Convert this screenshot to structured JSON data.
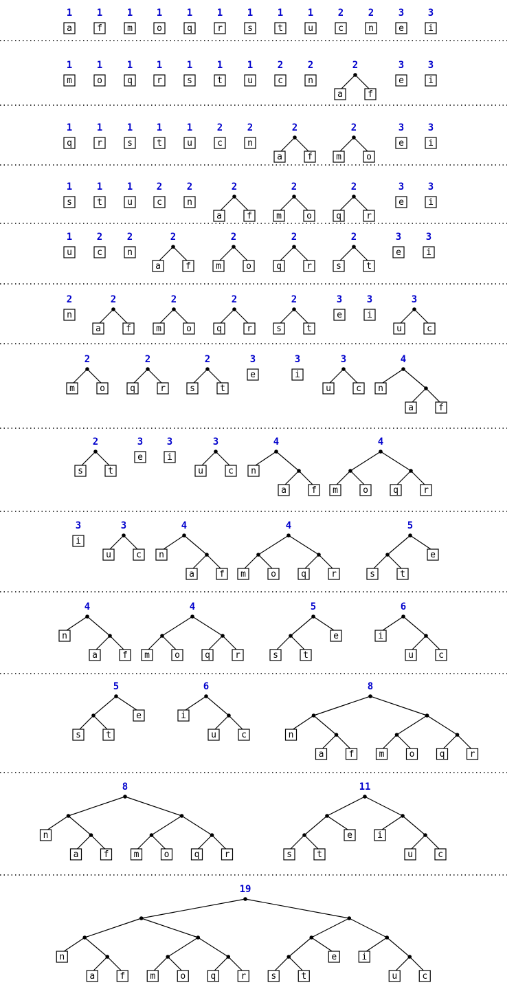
{
  "rows": [
    {
      "items": [
        {
          "w": "1",
          "t": "a"
        },
        {
          "w": "1",
          "t": "f"
        },
        {
          "w": "1",
          "t": "m"
        },
        {
          "w": "1",
          "t": "o"
        },
        {
          "w": "1",
          "t": "q"
        },
        {
          "w": "1",
          "t": "r"
        },
        {
          "w": "1",
          "t": "s"
        },
        {
          "w": "1",
          "t": "t"
        },
        {
          "w": "1",
          "t": "u"
        },
        {
          "w": "2",
          "t": "c"
        },
        {
          "w": "2",
          "t": "n"
        },
        {
          "w": "3",
          "t": "e"
        },
        {
          "w": "3",
          "t": "i"
        }
      ]
    },
    {
      "items": [
        {
          "w": "1",
          "t": "m"
        },
        {
          "w": "1",
          "t": "o"
        },
        {
          "w": "1",
          "t": "q"
        },
        {
          "w": "1",
          "t": "r"
        },
        {
          "w": "1",
          "t": "s"
        },
        {
          "w": "1",
          "t": "t"
        },
        {
          "w": "1",
          "t": "u"
        },
        {
          "w": "2",
          "t": "c"
        },
        {
          "w": "2",
          "t": "n"
        },
        {
          "w": "2",
          "t": [
            "a",
            "f"
          ]
        },
        {
          "w": "3",
          "t": "e"
        },
        {
          "w": "3",
          "t": "i"
        }
      ]
    },
    {
      "items": [
        {
          "w": "1",
          "t": "q"
        },
        {
          "w": "1",
          "t": "r"
        },
        {
          "w": "1",
          "t": "s"
        },
        {
          "w": "1",
          "t": "t"
        },
        {
          "w": "1",
          "t": "u"
        },
        {
          "w": "2",
          "t": "c"
        },
        {
          "w": "2",
          "t": "n"
        },
        {
          "w": "2",
          "t": [
            "a",
            "f"
          ]
        },
        {
          "w": "2",
          "t": [
            "m",
            "o"
          ]
        },
        {
          "w": "3",
          "t": "e"
        },
        {
          "w": "3",
          "t": "i"
        }
      ]
    },
    {
      "items": [
        {
          "w": "1",
          "t": "s"
        },
        {
          "w": "1",
          "t": "t"
        },
        {
          "w": "1",
          "t": "u"
        },
        {
          "w": "2",
          "t": "c"
        },
        {
          "w": "2",
          "t": "n"
        },
        {
          "w": "2",
          "t": [
            "a",
            "f"
          ]
        },
        {
          "w": "2",
          "t": [
            "m",
            "o"
          ]
        },
        {
          "w": "2",
          "t": [
            "q",
            "r"
          ]
        },
        {
          "w": "3",
          "t": "e"
        },
        {
          "w": "3",
          "t": "i"
        }
      ]
    },
    {
      "items": [
        {
          "w": "1",
          "t": "u"
        },
        {
          "w": "2",
          "t": "c"
        },
        {
          "w": "2",
          "t": "n"
        },
        {
          "w": "2",
          "t": [
            "a",
            "f"
          ]
        },
        {
          "w": "2",
          "t": [
            "m",
            "o"
          ]
        },
        {
          "w": "2",
          "t": [
            "q",
            "r"
          ]
        },
        {
          "w": "2",
          "t": [
            "s",
            "t"
          ]
        },
        {
          "w": "3",
          "t": "e"
        },
        {
          "w": "3",
          "t": "i"
        }
      ]
    },
    {
      "items": [
        {
          "w": "2",
          "t": "n"
        },
        {
          "w": "2",
          "t": [
            "a",
            "f"
          ]
        },
        {
          "w": "2",
          "t": [
            "m",
            "o"
          ]
        },
        {
          "w": "2",
          "t": [
            "q",
            "r"
          ]
        },
        {
          "w": "2",
          "t": [
            "s",
            "t"
          ]
        },
        {
          "w": "3",
          "t": "e"
        },
        {
          "w": "3",
          "t": "i"
        },
        {
          "w": "3",
          "t": [
            "u",
            "c"
          ]
        }
      ]
    },
    {
      "items": [
        {
          "w": "2",
          "t": [
            "m",
            "o"
          ]
        },
        {
          "w": "2",
          "t": [
            "q",
            "r"
          ]
        },
        {
          "w": "2",
          "t": [
            "s",
            "t"
          ]
        },
        {
          "w": "3",
          "t": "e"
        },
        {
          "w": "3",
          "t": "i"
        },
        {
          "w": "3",
          "t": [
            "u",
            "c"
          ]
        },
        {
          "w": "4",
          "t": [
            "n",
            [
              "a",
              "f"
            ]
          ]
        }
      ]
    },
    {
      "items": [
        {
          "w": "2",
          "t": [
            "s",
            "t"
          ]
        },
        {
          "w": "3",
          "t": "e"
        },
        {
          "w": "3",
          "t": "i"
        },
        {
          "w": "3",
          "t": [
            "u",
            "c"
          ]
        },
        {
          "w": "4",
          "t": [
            "n",
            [
              "a",
              "f"
            ]
          ]
        },
        {
          "w": "4",
          "t": [
            [
              "m",
              "o"
            ],
            [
              "q",
              "r"
            ]
          ]
        }
      ]
    },
    {
      "items": [
        {
          "w": "3",
          "t": "i"
        },
        {
          "w": "3",
          "t": [
            "u",
            "c"
          ]
        },
        {
          "w": "4",
          "t": [
            "n",
            [
              "a",
              "f"
            ]
          ]
        },
        {
          "w": "4",
          "t": [
            [
              "m",
              "o"
            ],
            [
              "q",
              "r"
            ]
          ]
        },
        {
          "w": "5",
          "t": [
            [
              "s",
              "t"
            ],
            "e"
          ]
        }
      ]
    },
    {
      "items": [
        {
          "w": "4",
          "t": [
            "n",
            [
              "a",
              "f"
            ]
          ]
        },
        {
          "w": "4",
          "t": [
            [
              "m",
              "o"
            ],
            [
              "q",
              "r"
            ]
          ]
        },
        {
          "w": "5",
          "t": [
            [
              "s",
              "t"
            ],
            "e"
          ]
        },
        {
          "w": "6",
          "t": [
            "i",
            [
              "u",
              "c"
            ]
          ]
        }
      ]
    },
    {
      "items": [
        {
          "w": "5",
          "t": [
            [
              "s",
              "t"
            ],
            "e"
          ]
        },
        {
          "w": "6",
          "t": [
            "i",
            [
              "u",
              "c"
            ]
          ]
        },
        {
          "w": "8",
          "t": [
            [
              "n",
              [
                "a",
                "f"
              ]
            ],
            [
              [
                "m",
                "o"
              ],
              [
                "q",
                "r"
              ]
            ]
          ]
        }
      ]
    },
    {
      "items": [
        {
          "w": "8",
          "t": [
            [
              "n",
              [
                "a",
                "f"
              ]
            ],
            [
              [
                "m",
                "o"
              ],
              [
                "q",
                "r"
              ]
            ]
          ]
        },
        {
          "w": "11",
          "t": [
            [
              [
                "s",
                "t"
              ],
              "e"
            ],
            [
              "i",
              [
                "u",
                "c"
              ]
            ]
          ]
        }
      ]
    },
    {
      "items": [
        {
          "w": "19",
          "t": [
            [
              [
                "n",
                [
                  "a",
                  "f"
                ]
              ],
              [
                [
                  "m",
                  "o"
                ],
                [
                  "q",
                  "r"
                ]
              ]
            ],
            [
              [
                [
                  "s",
                  "t"
                ],
                "e"
              ],
              [
                "i",
                [
                  "u",
                  "c"
                ]
              ]
            ]
          ]
        }
      ]
    }
  ]
}
